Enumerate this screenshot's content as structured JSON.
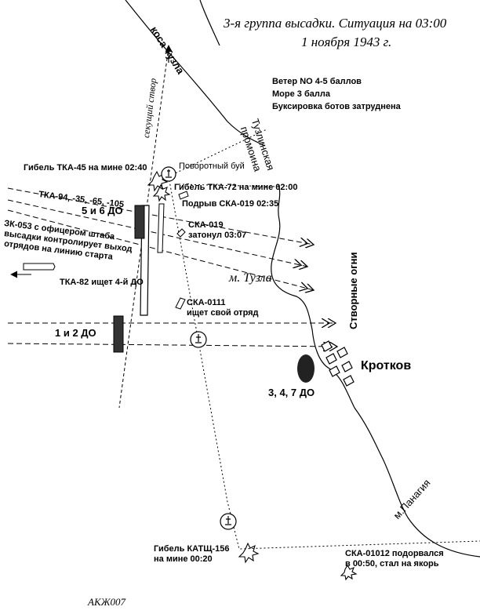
{
  "title": {
    "line1": "3-я группа высадки. Ситуация на 03:00",
    "line2": "1 ноября 1943 г."
  },
  "weather": {
    "line1": "Ветер NO 4-5 баллов",
    "line2": "Море 3 балла",
    "line3": "Буксировка ботов затруднена"
  },
  "places": {
    "spit": "коса Тузла",
    "strait1": "Тузлинская",
    "strait2": "промоина",
    "cape_tuzla": "м. Тузла",
    "kurotkov": "Кротков",
    "cape_panagia": "м.Панагия",
    "range_lights": "Створные огни",
    "cutting_range": "секущий створ",
    "turning_buoy": "Поворотный буй"
  },
  "events": {
    "tka45": "Гибель ТКА-45 на мине 02:40",
    "tka72": "Гибель ТКА-72 на мине 02:00",
    "ska019_blast": "Подрыв СКА-019 02:35",
    "ska019": "СКА-019",
    "ska019_sank": "затонул 03:07",
    "tka_group": "ТКА-94, -35, -65, -105",
    "do56": "5 и 6 ДО",
    "zk053_1": "ЗК-053 с офицером штаба",
    "zk053_2": "высадки контролирует выход",
    "zk053_3": "отрядов на линию старта",
    "tka82": "ТКА-82 ищет 4-й ДО",
    "ska0111_1": "СКА-0111",
    "ska0111_2": "ищет свой отряд",
    "do12": "1 и 2 ДО",
    "do347": "3, 4, 7 ДО",
    "katsch1": "Гибель КАТЩ-156",
    "katsch2": "на мине 00:20",
    "ska01012_1": "СКА-01012 подорвался",
    "ska01012_2": "в 00:50, стал на якорь"
  },
  "signature": "АКЖ007",
  "icons": [
    "mine-burst-icon",
    "buoy-icon",
    "boat-icon",
    "arrow-head-icon"
  ]
}
